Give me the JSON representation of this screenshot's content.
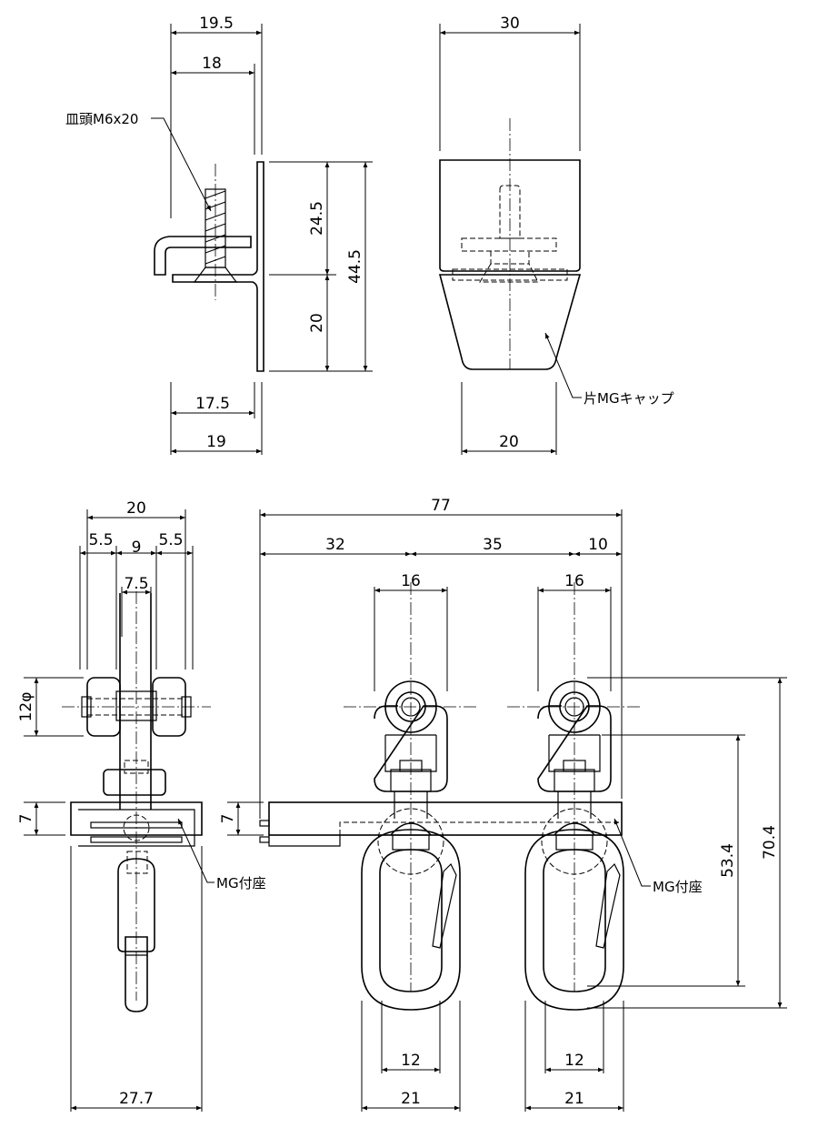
{
  "labels": {
    "screw": "皿頭M6x20",
    "cap": "片MGキャップ",
    "base_left": "MG付座",
    "base_right": "MG付座"
  },
  "dims": {
    "side_w_outer": "19.5",
    "side_w_inner": "18",
    "side_h_upper": "24.5",
    "side_h_lower": "20",
    "side_h_total": "44.5",
    "side_b_inner": "17.5",
    "side_b_outer": "19",
    "front_w_top": "30",
    "front_w_bottom": "20",
    "end_w_total": "20",
    "end_w_a": "5.5",
    "end_w_b": "9",
    "end_w_c": "5.5",
    "end_w_shaft": "7.5",
    "end_dia": "12φ",
    "end_h_base": "7",
    "end_w_base": "27.7",
    "main_w_total": "77",
    "main_w_a": "32",
    "main_w_b": "35",
    "main_w_c": "10",
    "main_roller_1": "16",
    "main_roller_2": "16",
    "main_h_base": "7",
    "main_h_hook": "53.4",
    "main_h_total": "70.4",
    "main_hook_in_1": "12",
    "main_hook_out_1": "21",
    "main_hook_in_2": "12",
    "main_hook_out_2": "21"
  }
}
